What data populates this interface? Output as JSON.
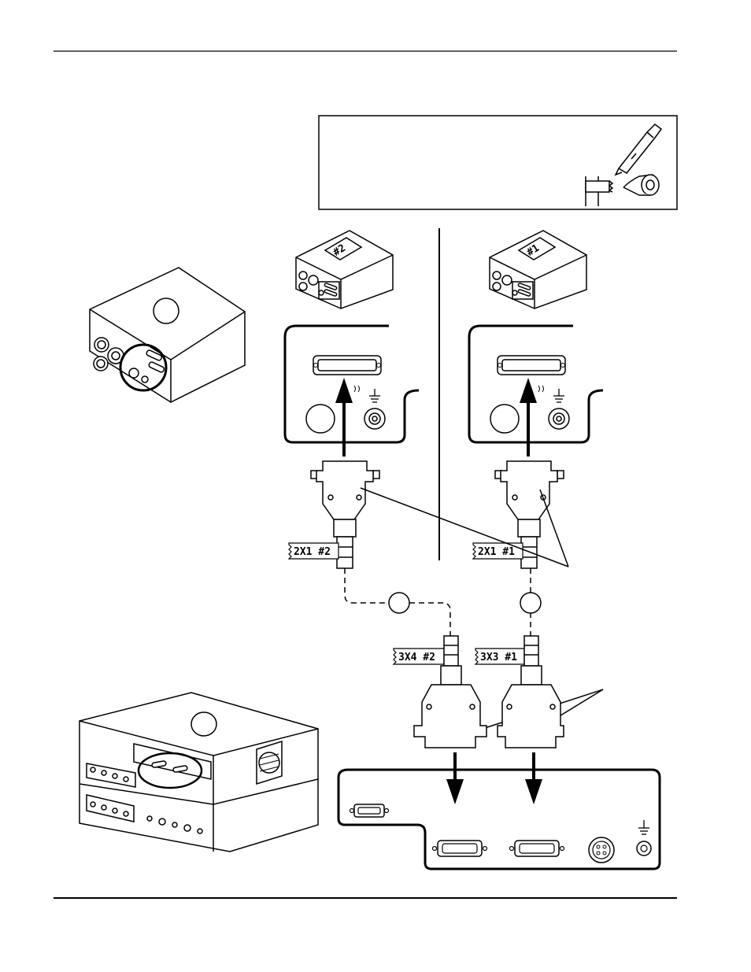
{
  "labels": {
    "tag_top_left": "#2",
    "tag_top_right": "#1",
    "cable_left_upper": "2X1 #2",
    "cable_right_upper": "2X1 #1",
    "cable_left_lower": "3X4 #2",
    "cable_right_lower": "3X3 #1"
  },
  "icons": [
    "pen-icon",
    "tape-roll-icon",
    "ground-icon",
    "fan-icon"
  ]
}
